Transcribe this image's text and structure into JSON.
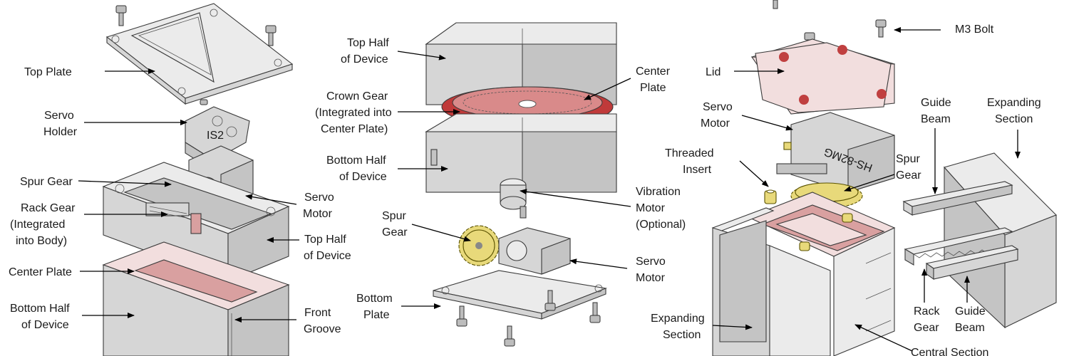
{
  "labels": {
    "top_plate": "Top Plate",
    "servo_holder_1": "Servo",
    "servo_holder_2": "Holder",
    "spur_gear_left": "Spur Gear",
    "rack_gear_1": "Rack Gear",
    "rack_gear_2": "(Integrated",
    "rack_gear_3": "into Body)",
    "center_plate_left": "Center Plate",
    "bottom_half_left_1": "Bottom Half",
    "bottom_half_left_2": "of Device",
    "servo_motor_left_1": "Servo",
    "servo_motor_left_2": "Motor",
    "top_half_left_1": "Top Half",
    "top_half_left_2": "of Device",
    "front_groove_1": "Front",
    "front_groove_2": "Groove",
    "top_half_mid_1": "Top Half",
    "top_half_mid_2": "of Device",
    "crown_gear_1": "Crown Gear",
    "crown_gear_2": "(Integrated into",
    "crown_gear_3": "Center Plate)",
    "bottom_half_mid_1": "Bottom Half",
    "bottom_half_mid_2": "of Device",
    "spur_gear_mid_1": "Spur",
    "spur_gear_mid_2": "Gear",
    "bottom_plate_1": "Bottom",
    "bottom_plate_2": "Plate",
    "center_plate_mid_1": "Center",
    "center_plate_mid_2": "Plate",
    "vibration_motor_1": "Vibration",
    "vibration_motor_2": "Motor",
    "vibration_motor_3": "(Optional)",
    "servo_motor_mid_1": "Servo",
    "servo_motor_mid_2": "Motor",
    "lid": "Lid",
    "servo_motor_right_1": "Servo",
    "servo_motor_right_2": "Motor",
    "threaded_insert_1": "Threaded",
    "threaded_insert_2": "Insert",
    "expanding_section_bottom_1": "Expanding",
    "expanding_section_bottom_2": "Section",
    "central_section": "Central Section",
    "m3_bolt": "M3 Bolt",
    "guide_beam_top_1": "Guide",
    "guide_beam_top_2": "Beam",
    "expanding_section_top_1": "Expanding",
    "expanding_section_top_2": "Section",
    "spur_gear_right_1": "Spur",
    "spur_gear_right_2": "Gear",
    "rack_gear_right_1": "Rack",
    "rack_gear_right_2": "Gear",
    "guide_beam_bottom_1": "Guide",
    "guide_beam_bottom_2": "Beam",
    "servo_model": "HS-82MG",
    "holder_mark": "IS2"
  },
  "colors": {
    "metal": "#d6d6d6",
    "accent_red": "#c03a3a",
    "pink": "#f2dede",
    "gear_yellow": "#e8d97a"
  }
}
